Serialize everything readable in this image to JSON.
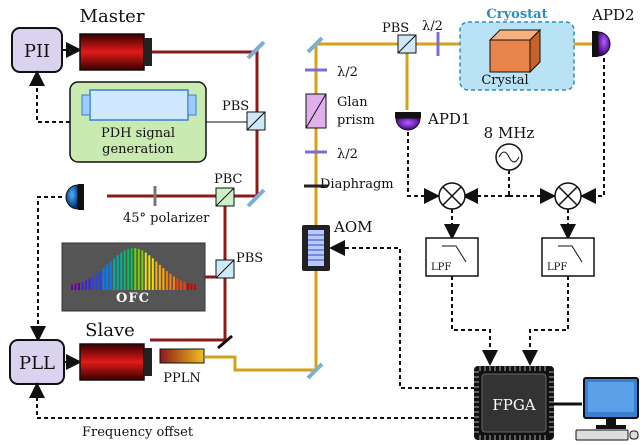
{
  "labels": {
    "master": "Master",
    "slave": "Slave",
    "pii": "PII",
    "pll": "PLL",
    "pdh_line1": "PDH signal",
    "pdh_line2": "generation",
    "pbs_top": "PBS",
    "pbc": "PBC",
    "pbs_mid": "PBS",
    "pbs_right": "PBS",
    "polarizer": "45° polarizer",
    "ofc": "OFC",
    "ppln": "PPLN",
    "half_wave_1": "λ/2",
    "half_wave_2": "λ/2",
    "half_wave_3": "λ/2",
    "glan_line1": "Glan",
    "glan_line2": "prism",
    "diaphragm": "Diaphragm",
    "aom": "AOM",
    "cryostat": "Cryostat",
    "crystal": "Crystal",
    "apd1": "APD1",
    "apd2": "APD2",
    "rf_freq": "8 MHz",
    "lpf_left": "LPF",
    "lpf_right": "LPF",
    "fpga": "FPGA",
    "freq_offset": "Frequency offset"
  },
  "colors": {
    "master_beam": "#8b1a1a",
    "slave_beam": "#d4a21a",
    "pdh_fill": "#c9eab0",
    "cryostat_fill": "#b9e3f5",
    "cryostat_text": "#2a8fc0",
    "box_fill": "#d9d3ef"
  }
}
